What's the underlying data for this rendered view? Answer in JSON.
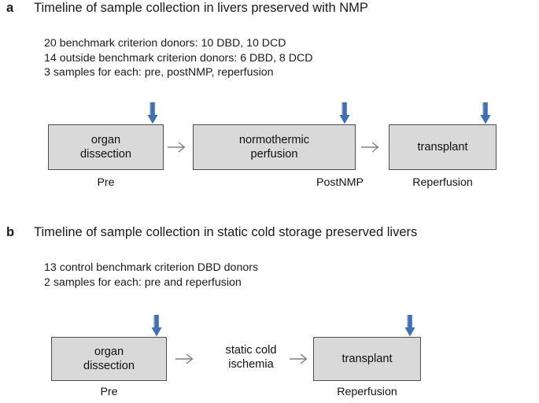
{
  "figure": {
    "background": "#ffffff",
    "arrow_color": "#3f6fb5",
    "arrow_edge_color": "#9fb8da",
    "box_fill": "#d9d9d9",
    "box_border": "#4d4d4d",
    "connector_color": "#808080"
  },
  "panels": [
    {
      "letter": "a",
      "title": "Timeline of sample collection in livers preserved with NMP",
      "body_lines": [
        "20 benchmark criterion donors: 10 DBD, 10 DCD",
        "14 outside benchmark criterion donors: 6 DBD, 8 DCD",
        "3 samples for each: pre, postNMP, reperfusion"
      ],
      "steps": [
        {
          "label_line1": "organ",
          "label_line2": "dissection",
          "boxed": true,
          "stage_label": "Pre",
          "sampled": true
        },
        {
          "label_line1": "normothermic",
          "label_line2": "perfusion",
          "boxed": true,
          "stage_label": "PostNMP",
          "sampled": true
        },
        {
          "label_line1": "transplant",
          "label_line2": "",
          "boxed": true,
          "stage_label": "Reperfusion",
          "sampled": true
        }
      ]
    },
    {
      "letter": "b",
      "title": "Timeline of sample collection in static cold storage preserved livers",
      "body_lines": [
        "13 control benchmark criterion DBD donors",
        "2 samples for each: pre and reperfusion"
      ],
      "steps": [
        {
          "label_line1": "organ",
          "label_line2": "dissection",
          "boxed": true,
          "stage_label": "Pre",
          "sampled": true
        },
        {
          "label_line1": "static cold",
          "label_line2": "ischemia",
          "boxed": false,
          "stage_label": "",
          "sampled": false
        },
        {
          "label_line1": "transplant",
          "label_line2": "",
          "boxed": true,
          "stage_label": "Reperfusion",
          "sampled": true
        }
      ]
    }
  ]
}
